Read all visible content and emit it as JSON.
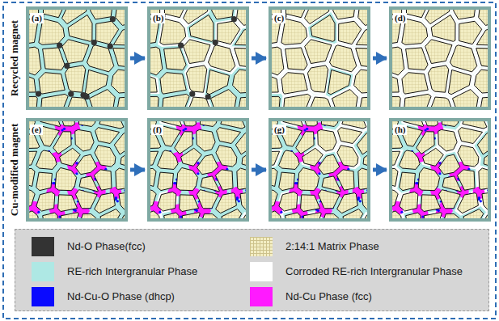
{
  "diagram": {
    "nodes": [
      {
        "text": [
          "(a)"
        ]
      },
      {
        "text": [
          "(b)"
        ]
      },
      {
        "text": [
          "(c)"
        ]
      },
      {
        "text": [
          "(d)"
        ]
      },
      {
        "text": [
          "(e)"
        ]
      },
      {
        "text": [
          "(f)"
        ]
      },
      {
        "text": [
          "(g)"
        ]
      },
      {
        "text": [
          "(h)"
        ]
      }
    ],
    "edges": [
      {
        "from": 0,
        "to": 1,
        "arrow": "to"
      },
      {
        "from": 1,
        "to": 2,
        "arrow": "to"
      },
      {
        "from": 2,
        "to": 3,
        "arrow": "to"
      },
      {
        "from": 4,
        "to": 5,
        "arrow": "to"
      },
      {
        "from": 5,
        "to": 6,
        "arrow": "to"
      },
      {
        "from": 6,
        "to": 7,
        "arrow": "to"
      }
    ],
    "labels": [
      "Recycled magnet",
      "Cu-modified magnet"
    ],
    "legend": [
      {
        "text": "Nd-O Phase(fcc)",
        "color": "#333333"
      },
      {
        "text": "2:14:1 Matrix Phase",
        "color": "#f3eec4"
      },
      {
        "text": "RE-rich Intergranular Phase",
        "color": "#aee8e4"
      },
      {
        "text": "Corroded RE-rich Intergranular Phase",
        "color": "#ffffff"
      },
      {
        "text": "Nd-Cu-O Phase (dhcp)",
        "color": "#0a0aff"
      },
      {
        "text": "Nd-Cu Phase (fcc)",
        "color": "#ff1aff"
      }
    ]
  }
}
